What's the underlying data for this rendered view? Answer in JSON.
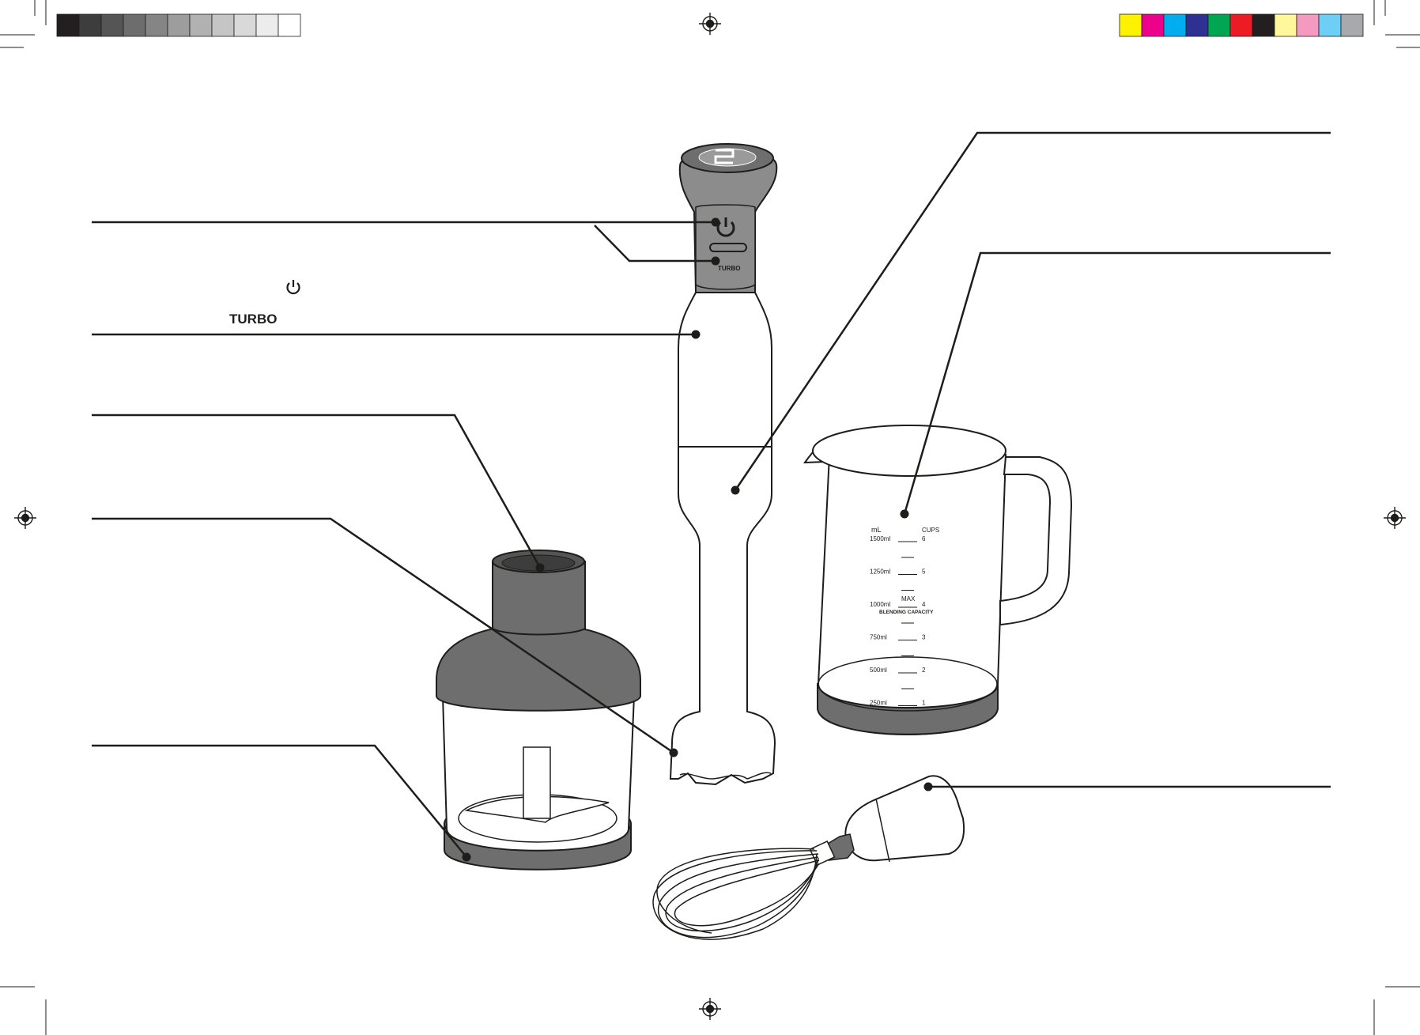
{
  "labels": {
    "turbo_label": "TURBO",
    "power_icon_label": "⏻"
  },
  "appliance_markings": {
    "handle_button": "TURBO",
    "jug_units_left": "mL",
    "jug_units_right": "CUPS",
    "jug_scale_ml": [
      "1500ml",
      "1250ml",
      "1000ml",
      "750ml",
      "500ml",
      "250ml"
    ],
    "jug_scale_cups": [
      "6",
      "5",
      "4",
      "3",
      "2",
      "1"
    ],
    "jug_max": "MAX",
    "jug_capacity_note": "BLENDING CAPACITY"
  },
  "colors": {
    "line": "#1d1d1b",
    "dark_grey": "#6e6e6e",
    "medium_grey": "#8c8c8c",
    "light_grey": "#d9d9d9",
    "swatch_greys": [
      "#231f20",
      "#3d3d3d",
      "#555555",
      "#6d6d6d",
      "#858585",
      "#9d9d9d",
      "#b1b1b1",
      "#c5c5c5",
      "#d9d9d9",
      "#ececec",
      "#ffffff"
    ],
    "swatch_process": [
      "#fff200",
      "#ec008c",
      "#00aeef",
      "#2e3192",
      "#00a651",
      "#ed1c24",
      "#231f20",
      "#fff799",
      "#f49ac1",
      "#6dcff6",
      "#a7a9ac"
    ]
  }
}
